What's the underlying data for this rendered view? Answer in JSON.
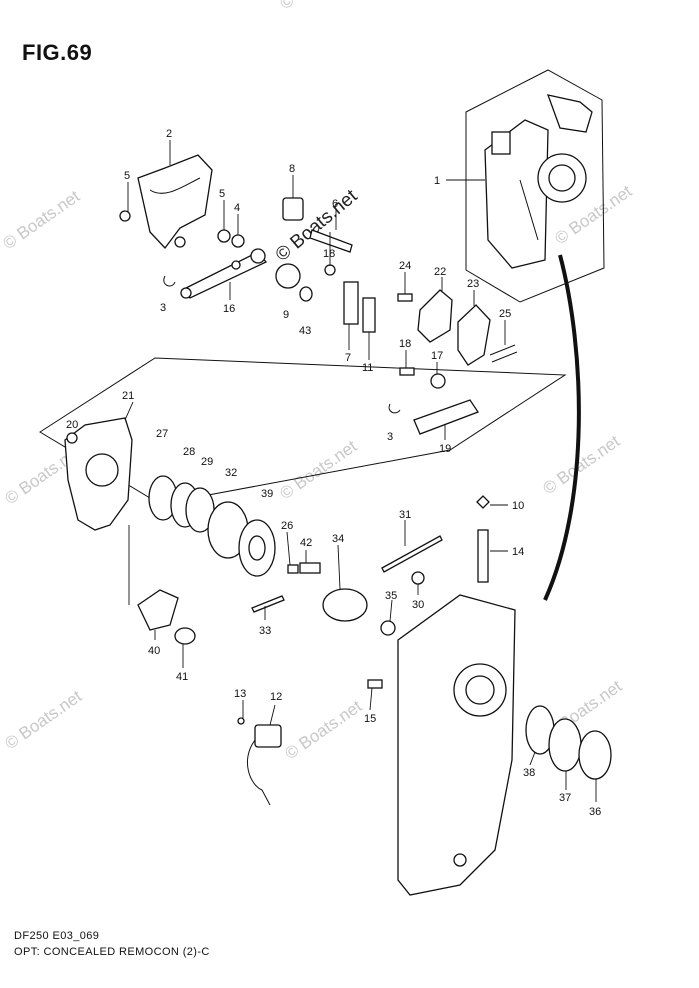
{
  "figure": {
    "title": "FIG.69",
    "model_code": "DF250 E03_069",
    "description": "OPT: CONCEALED REMOCON (2)-C"
  },
  "watermark": {
    "text": "© Boats.net",
    "color": "#c8c8c8"
  },
  "callouts": {
    "p1": "1",
    "p2": "2",
    "p3a": "3",
    "p3b": "3",
    "p4": "4",
    "p5a": "5",
    "p5b": "5",
    "p6": "6",
    "p7": "7",
    "p8": "8",
    "p9": "9",
    "p10": "10",
    "p11": "11",
    "p12": "12",
    "p13": "13",
    "p14": "14",
    "p15": "15",
    "p16": "16",
    "p17": "17",
    "p18a": "18",
    "p18b": "18",
    "p19": "19",
    "p20": "20",
    "p21": "21",
    "p22": "22",
    "p23": "23",
    "p24": "24",
    "p25": "25",
    "p26": "26",
    "p27": "27",
    "p28": "28",
    "p29": "29",
    "p30": "30",
    "p31": "31",
    "p32": "32",
    "p33": "33",
    "p34": "34",
    "p35": "35",
    "p36": "36",
    "p37": "37",
    "p38": "38",
    "p39": "39",
    "p40": "40",
    "p41": "41",
    "p42": "42",
    "p43": "43"
  }
}
